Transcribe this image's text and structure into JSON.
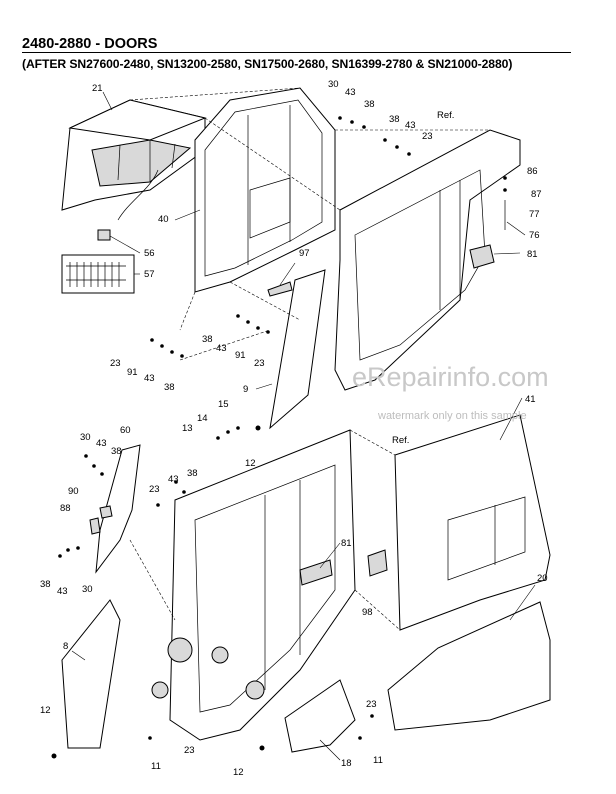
{
  "header": {
    "title": "2480-2880 - DOORS",
    "subtitle": "(AFTER SN27600-2480, SN13200-2580, SN17500-2680, SN16399-2780 & SN21000-2880)"
  },
  "watermark": {
    "site": "eRepairinfo.com",
    "note": "watermark only on this sample"
  },
  "callouts": [
    {
      "id": "c21",
      "text": "21"
    },
    {
      "id": "c30a",
      "text": "30"
    },
    {
      "id": "c43a",
      "text": "43"
    },
    {
      "id": "c38a",
      "text": "38"
    },
    {
      "id": "c38b",
      "text": "38"
    },
    {
      "id": "c43b",
      "text": "43"
    },
    {
      "id": "c23a",
      "text": "23"
    },
    {
      "id": "cRef1",
      "text": "Ref."
    },
    {
      "id": "c86",
      "text": "86"
    },
    {
      "id": "c87",
      "text": "87"
    },
    {
      "id": "c77",
      "text": "77"
    },
    {
      "id": "c76",
      "text": "76"
    },
    {
      "id": "c81a",
      "text": "81"
    },
    {
      "id": "c40",
      "text": "40"
    },
    {
      "id": "c56",
      "text": "56"
    },
    {
      "id": "c57",
      "text": "57"
    },
    {
      "id": "c97",
      "text": "97"
    },
    {
      "id": "c38c",
      "text": "38"
    },
    {
      "id": "c43c",
      "text": "43"
    },
    {
      "id": "c91a",
      "text": "91"
    },
    {
      "id": "c23b",
      "text": "23"
    },
    {
      "id": "c23c",
      "text": "23"
    },
    {
      "id": "c91b",
      "text": "91"
    },
    {
      "id": "c43d",
      "text": "43"
    },
    {
      "id": "c38d",
      "text": "38"
    },
    {
      "id": "c9",
      "text": "9"
    },
    {
      "id": "c15",
      "text": "15"
    },
    {
      "id": "c14",
      "text": "14"
    },
    {
      "id": "c13",
      "text": "13"
    },
    {
      "id": "c12a",
      "text": "12"
    },
    {
      "id": "c41",
      "text": "41"
    },
    {
      "id": "cRef2",
      "text": "Ref."
    },
    {
      "id": "c30b",
      "text": "30"
    },
    {
      "id": "c60",
      "text": "60"
    },
    {
      "id": "c43e",
      "text": "43"
    },
    {
      "id": "c38e",
      "text": "38"
    },
    {
      "id": "c43f",
      "text": "43"
    },
    {
      "id": "c38f",
      "text": "38"
    },
    {
      "id": "c23d",
      "text": "23"
    },
    {
      "id": "c90",
      "text": "90"
    },
    {
      "id": "c88",
      "text": "88"
    },
    {
      "id": "c81b",
      "text": "81"
    },
    {
      "id": "c20",
      "text": "20"
    },
    {
      "id": "c98",
      "text": "98"
    },
    {
      "id": "c38g",
      "text": "38"
    },
    {
      "id": "c43g",
      "text": "43"
    },
    {
      "id": "c30c",
      "text": "30"
    },
    {
      "id": "c8",
      "text": "8"
    },
    {
      "id": "c12b",
      "text": "12"
    },
    {
      "id": "c23e",
      "text": "23"
    },
    {
      "id": "c11a",
      "text": "11"
    },
    {
      "id": "c12c",
      "text": "12"
    },
    {
      "id": "c18",
      "text": "18"
    },
    {
      "id": "c23f",
      "text": "23"
    },
    {
      "id": "c11b",
      "text": "11"
    }
  ]
}
